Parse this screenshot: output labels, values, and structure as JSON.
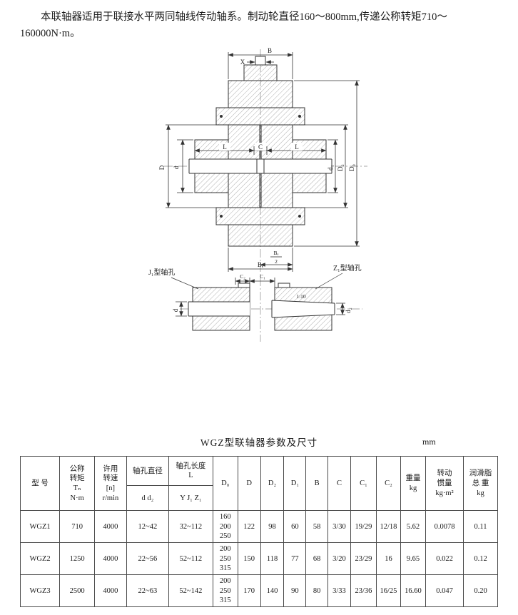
{
  "intro": {
    "text": "本联轴器适用于联接水平两同轴线传动轴系。制动轮直径160～800mm,传递公称转矩710～160000N·m。"
  },
  "drawing": {
    "labels": {
      "B": "B",
      "X": "X",
      "D": "D",
      "d": "d",
      "L_left": "L",
      "C": "C",
      "L_right": "L",
      "d1": "d₁",
      "D2": "D₂",
      "D0": "D₀",
      "Be_num": "Bₑ",
      "Be_den": "2",
      "Be": "Bₑ",
      "C2": "C₂",
      "C1": "C₁",
      "taper": "1:10",
      "d_bore": "d",
      "d2": "d₂"
    },
    "left_detail_label": "J₁型轴孔",
    "right_detail_label": "Z₁型轴孔"
  },
  "table": {
    "title": "WGZ型联轴器参数及尺寸",
    "unit": "mm",
    "headers": {
      "model": "型 号",
      "torque": "公称\n转矩\nTₙ\nN·m",
      "speed": "许用\n转速\n[n]\nr/min",
      "bore_dia": "轴孔直径",
      "bore_dia_sub": "d d₂",
      "bore_len": "轴孔长度\nL",
      "bore_len_sub": "Y J₁ Z₁",
      "D0": "D₀",
      "D": "D",
      "D2": "D₂",
      "D1": "D₁",
      "B": "B",
      "C": "C",
      "C1": "C₁",
      "C2": "C₂",
      "weight": "重量\nkg",
      "inertia": "转动\n惯量\nkg·m²",
      "grease": "润滑脂\n总 重\nkg"
    },
    "rows": [
      {
        "model": "WGZ1",
        "torque": "710",
        "speed": "4000",
        "bore_dia": "12~42",
        "bore_len": "32~112",
        "D0": "160\n200\n250",
        "D": "122",
        "D2": "98",
        "D1": "60",
        "B": "58",
        "C": "3/30",
        "C1": "19/29",
        "C2": "12/18",
        "weight": "5.62",
        "inertia": "0.0078",
        "grease": "0.11"
      },
      {
        "model": "WGZ2",
        "torque": "1250",
        "speed": "4000",
        "bore_dia": "22~56",
        "bore_len": "52~112",
        "D0": "200\n250\n315",
        "D": "150",
        "D2": "118",
        "D1": "77",
        "B": "68",
        "C": "3/20",
        "C1": "23/29",
        "C2": "16",
        "weight": "9.65",
        "inertia": "0.022",
        "grease": "0.12"
      },
      {
        "model": "WGZ3",
        "torque": "2500",
        "speed": "4000",
        "bore_dia": "22~63",
        "bore_len": "52~142",
        "D0": "200\n250\n315",
        "D": "170",
        "D2": "140",
        "D1": "90",
        "B": "80",
        "C": "3/33",
        "C1": "23/36",
        "C2": "16/25",
        "weight": "16.60",
        "inertia": "0.047",
        "grease": "0.20"
      }
    ]
  }
}
